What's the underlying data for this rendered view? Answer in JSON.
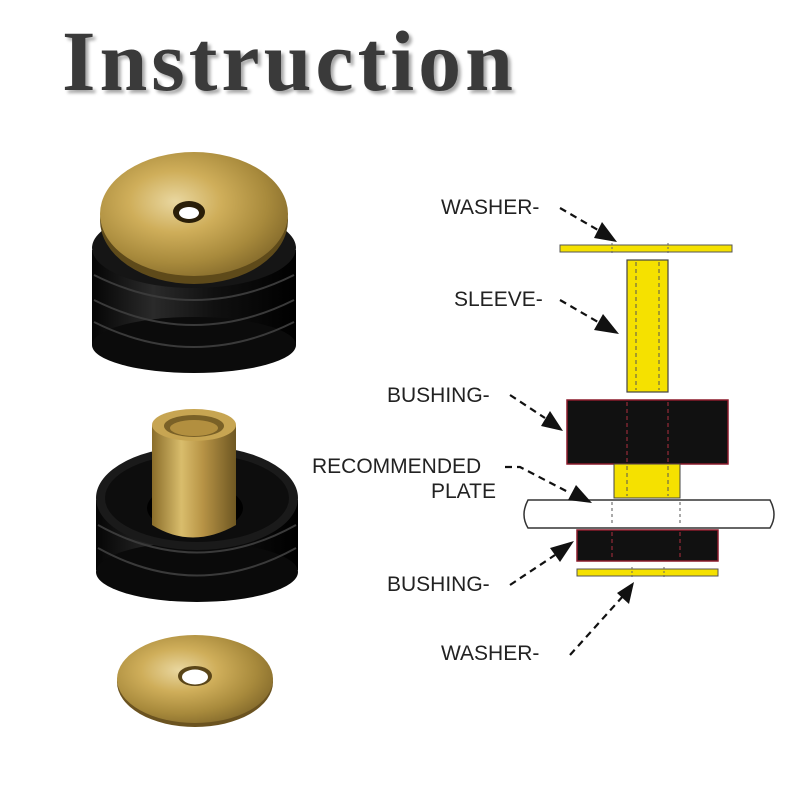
{
  "title": "Instruction",
  "diagram": {
    "labels": {
      "washer_top": "WASHER-",
      "sleeve": "SLEEVE-",
      "bushing_top": "BUSHING-",
      "recommended": "RECOMMENDED",
      "plate": "PLATE",
      "bushing_bottom": "BUSHING-",
      "washer_bottom": "WASHER-"
    }
  },
  "colors": {
    "rubber": "#111111",
    "zinc_metal": "#c9a24a",
    "sleeve_yellow": "#f5e100",
    "bushing_outline": "#8b1a2b"
  }
}
